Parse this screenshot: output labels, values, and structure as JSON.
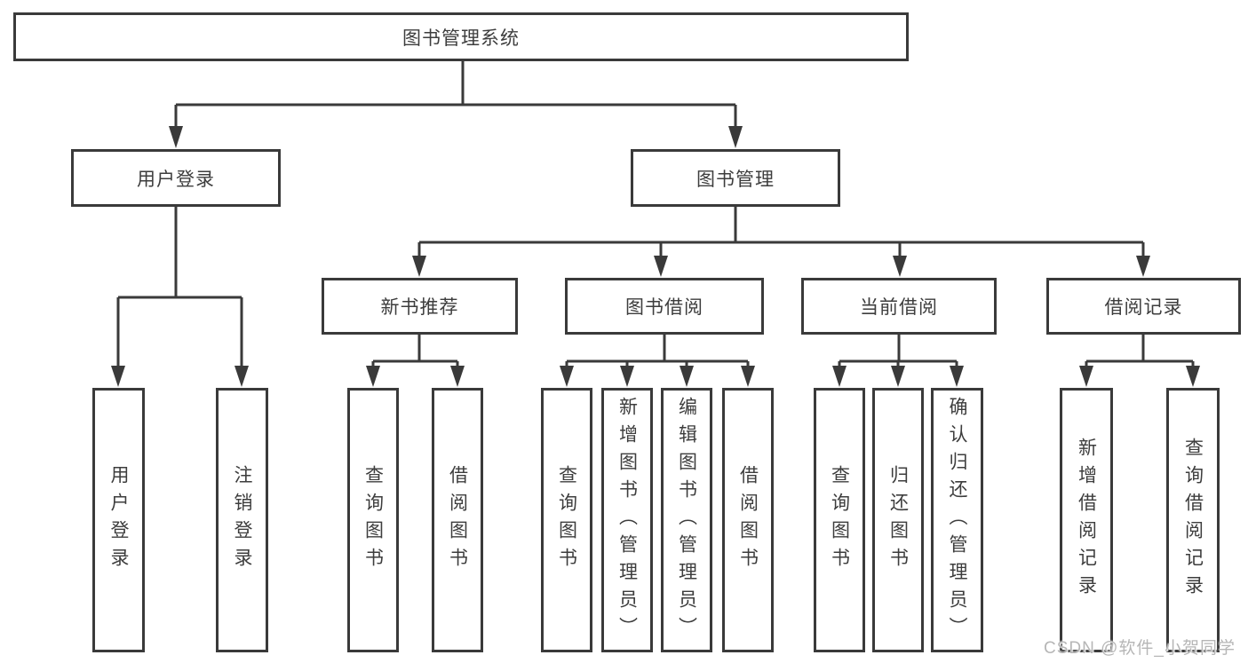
{
  "diagram": {
    "title_node": {
      "label": "图书管理系统"
    },
    "level2": [
      {
        "label": "用户登录"
      },
      {
        "label": "图书管理"
      }
    ],
    "level3": [
      {
        "label": "新书推荐"
      },
      {
        "label": "图书借阅"
      },
      {
        "label": "当前借阅"
      },
      {
        "label": "借阅记录"
      }
    ],
    "leaves": [
      {
        "label": "用户登录",
        "parent": "用户登录"
      },
      {
        "label": "注销登录",
        "parent": "用户登录"
      },
      {
        "label": "查询图书",
        "parent": "新书推荐"
      },
      {
        "label": "借阅图书",
        "parent": "新书推荐"
      },
      {
        "label": "查询图书",
        "parent": "图书借阅"
      },
      {
        "label": "新增图书（管理员）",
        "parent": "图书借阅"
      },
      {
        "label": "编辑图书（管理员）",
        "parent": "图书借阅"
      },
      {
        "label": "借阅图书",
        "parent": "图书借阅"
      },
      {
        "label": "查询图书",
        "parent": "当前借阅"
      },
      {
        "label": "归还图书",
        "parent": "当前借阅"
      },
      {
        "label": "确认归还（管理员）",
        "parent": "当前借阅"
      },
      {
        "label": "新增借阅记录",
        "parent": "借阅记录"
      },
      {
        "label": "查询借阅记录",
        "parent": "借阅记录"
      }
    ],
    "watermark": "CSDN @软件_小贺同学",
    "colors": {
      "line": "#3a3a3a",
      "box_border": "#3a3a3a",
      "text": "#3d3d3d",
      "watermark_text": "#b6b6b6",
      "background": "#ffffff"
    }
  }
}
